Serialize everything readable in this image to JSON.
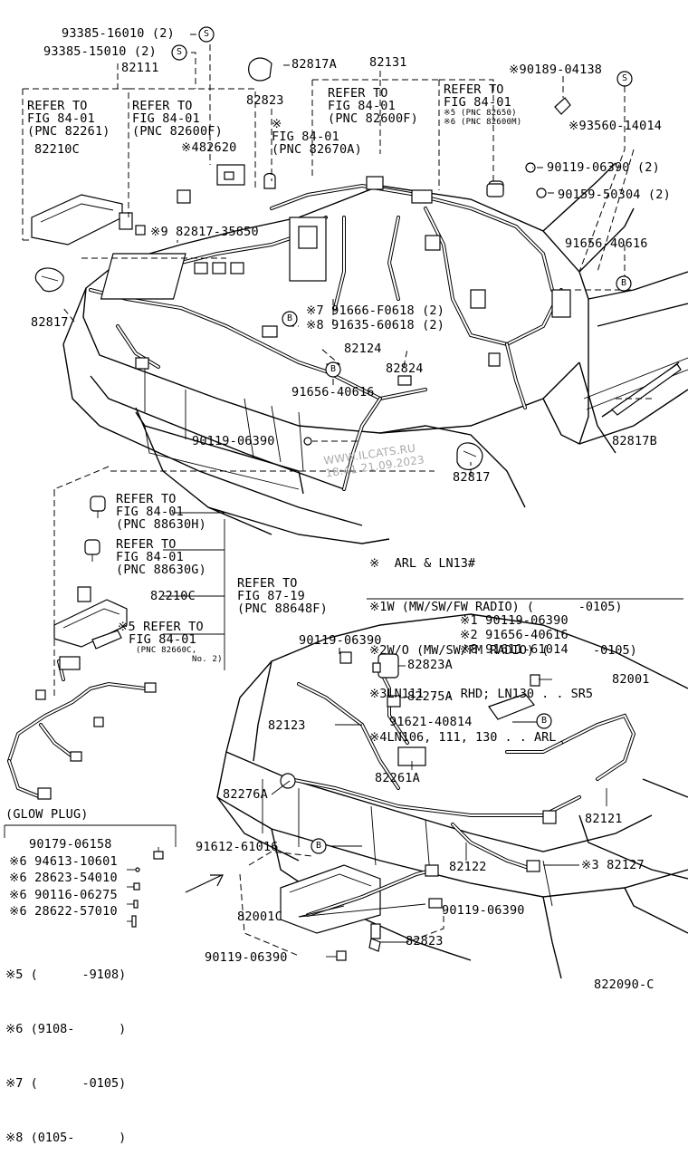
{
  "diagram_code": "822090-C",
  "watermark": [
    "WWW.ILCATS.RU",
    "18:41 21.09.2023"
  ],
  "callouts": [
    {
      "id": "c1",
      "text": "93385-16010 (2)"
    },
    {
      "id": "c2",
      "text": "93385-15010 (2)"
    },
    {
      "id": "c3",
      "text": "82111"
    },
    {
      "id": "c4",
      "text": "82817A"
    },
    {
      "id": "c5",
      "text": "82131"
    },
    {
      "id": "c6",
      "text": "※90189-04138"
    },
    {
      "id": "c7",
      "text": "82823"
    },
    {
      "id": "c8",
      "text": "※93560-14014"
    },
    {
      "id": "c9",
      "text": "82210C"
    },
    {
      "id": "c10",
      "text": "※482620"
    },
    {
      "id": "c11",
      "text": "90119-06390 (2)"
    },
    {
      "id": "c12",
      "text": "90159-50304 (2)"
    },
    {
      "id": "c13",
      "text": "※9 82817-35850"
    },
    {
      "id": "c14",
      "text": "91656-40616"
    },
    {
      "id": "c15",
      "text": "82817"
    },
    {
      "id": "c16",
      "text": "※7 91666-F0618 (2)"
    },
    {
      "id": "c17",
      "text": "※8 91635-60618 (2)"
    },
    {
      "id": "c18",
      "text": "82124"
    },
    {
      "id": "c19",
      "text": "82824"
    },
    {
      "id": "c20",
      "text": "91656-40616"
    },
    {
      "id": "c21",
      "text": "90119-06390"
    },
    {
      "id": "c22",
      "text": "82817B"
    },
    {
      "id": "c23",
      "text": "82817"
    },
    {
      "id": "c24",
      "text": "82210C"
    },
    {
      "id": "c25",
      "text": "90119-06390"
    },
    {
      "id": "c26",
      "text": "82823A"
    },
    {
      "id": "c27",
      "text": "82275A"
    },
    {
      "id": "c28",
      "text": "91621-40814"
    },
    {
      "id": "c29",
      "text": "82001"
    },
    {
      "id": "c30",
      "text": "82123"
    },
    {
      "id": "c31",
      "text": "82261A"
    },
    {
      "id": "c32",
      "text": "82276A"
    },
    {
      "id": "c33",
      "text": "82121"
    },
    {
      "id": "c34",
      "text": "91612-61016"
    },
    {
      "id": "c35",
      "text": "82122"
    },
    {
      "id": "c36",
      "text": "※3 82127"
    },
    {
      "id": "c37",
      "text": "82001C"
    },
    {
      "id": "c38",
      "text": "90119-06390"
    },
    {
      "id": "c39",
      "text": "82823"
    },
    {
      "id": "c40",
      "text": "90119-06390"
    }
  ],
  "refer_blocks": [
    {
      "id": "r1",
      "lines": [
        "REFER TO",
        "FIG 84-01",
        "(PNC 82261)"
      ]
    },
    {
      "id": "r2",
      "lines": [
        "REFER TO",
        "FIG 84-01",
        "(PNC 82600F)"
      ]
    },
    {
      "id": "r3",
      "lines": [
        "REFER TO",
        "FIG 84-01",
        "(PNC 82600F)"
      ]
    },
    {
      "id": "r4",
      "lines": [
        "REFER TO",
        "FIG 84-01"
      ],
      "small": [
        "※5 (PNC 82650)",
        "※6 (PNC 82600M)"
      ]
    },
    {
      "id": "r5",
      "lines": [
        "※",
        "FIG 84-01",
        "(PNC 82670A)"
      ]
    },
    {
      "id": "r6",
      "lines": [
        "REFER TO",
        "FIG 84-01",
        "(PNC 88630H)"
      ]
    },
    {
      "id": "r7",
      "lines": [
        "REFER TO",
        "FIG 84-01",
        "(PNC 88630G)"
      ]
    },
    {
      "id": "r8",
      "lines": [
        "REFER TO",
        "FIG 87-19",
        "(PNC 88648F)"
      ]
    },
    {
      "id": "r9",
      "lines": [
        "※5 REFER TO",
        "FIG 84-01"
      ],
      "small": [
        "(PNC 82660C,",
        "No. 2)"
      ]
    }
  ],
  "remarks": {
    "header": "※  ARL & LN13#",
    "items": [
      {
        "mark": "※1",
        "text": "W (MW/SW/FW RADIO) (      -0105)"
      },
      {
        "mark": "※2",
        "text": "W/O (MW/SW/FM RADIO) (      -0105)"
      },
      {
        "mark": "※3",
        "text": "LN111 . . RHD; LN130 . . SR5"
      },
      {
        "mark": "※4",
        "text": "LN106, 111, 130 . . ARL"
      }
    ]
  },
  "stack_82001": [
    "※1 90119-06390",
    "※2 91656-40616",
    "※8 91611-61014"
  ],
  "glow_plug": {
    "title": "(GLOW PLUG)",
    "items": [
      "90179-06158",
      "※6 94613-10601",
      "※6 28623-54010",
      "※6 90116-06275",
      "※6 28622-57010"
    ]
  },
  "date_notes": [
    "※5 (      -9108)",
    "※6 (9108-      )",
    "※7 (      -0105)",
    "※8 (0105-      )"
  ],
  "ground_marks": [
    "S",
    "S",
    "S",
    "B",
    "B",
    "B",
    "B"
  ]
}
